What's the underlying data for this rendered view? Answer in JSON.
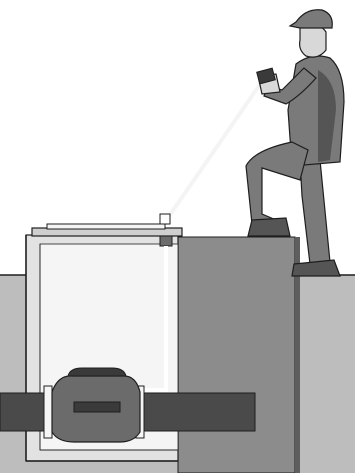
{
  "colors": {
    "background": "#ffffff",
    "ground": "#bdbdbd",
    "pit_wall": "#8c8c8c",
    "pit_wall_dark": "#5e5e5e",
    "vault_fill": "#e2e2e2",
    "vault_inner": "#f5f5f5",
    "lid": "#cfcfcf",
    "pipe": "#4a4a4a",
    "meter_body": "#6b6b6b",
    "meter_dark": "#3a3a3a",
    "person_clothes": "#7a7a7a",
    "person_shadow": "#555555",
    "person_skin": "#d8d8d8",
    "outline": "#1e1e1e",
    "probe_rod": "#f4f4f4"
  },
  "scene": {
    "objects": [
      "utility-worker",
      "reading-wand",
      "meter-vault",
      "vault-lid",
      "probe-cable",
      "water-meter",
      "water-pipe",
      "ground"
    ]
  }
}
